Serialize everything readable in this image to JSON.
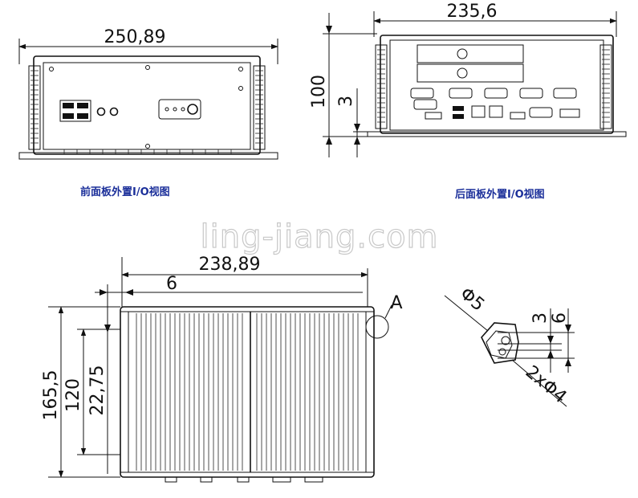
{
  "front_panel": {
    "width_label": "250,89",
    "caption": "前面板外置I/O视图"
  },
  "rear_panel": {
    "width_label": "235,6",
    "height_label": "100",
    "offset_label": "3",
    "caption": "后面板外置I/O视图"
  },
  "watermark": "ling-jiang.com",
  "top_view": {
    "width_label": "238,89",
    "inset_label": "6",
    "depth_label": "165,5",
    "inner_label": "120",
    "hole_label": "22,75",
    "detail_marker": "A"
  },
  "detail_a": {
    "diameter_label": "Φ5",
    "slot_label": "2xΦ4",
    "dim_3": "3",
    "dim_6": "6"
  }
}
